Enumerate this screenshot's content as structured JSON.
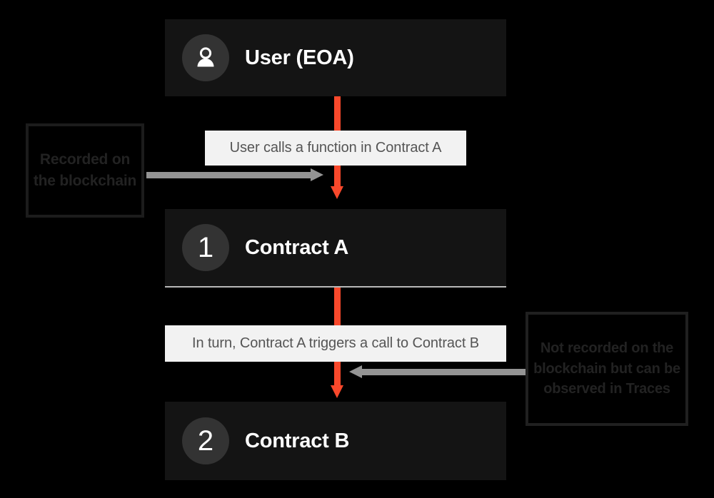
{
  "diagram": {
    "background_color": "#000000",
    "accent_color": "#f9482b",
    "nodes": [
      {
        "id": "user",
        "icon": "person-icon",
        "badge": "",
        "title": "User (EOA)"
      },
      {
        "id": "contract-a",
        "icon": "",
        "badge": "1",
        "title": "Contract A"
      },
      {
        "id": "contract-b",
        "icon": "",
        "badge": "2",
        "title": "Contract B"
      }
    ],
    "flow_labels": [
      {
        "id": "label-1",
        "text": "User calls a function in Contract A"
      },
      {
        "id": "label-2",
        "text": "In turn, Contract A triggers a call to Contract B"
      }
    ],
    "annotations": [
      {
        "id": "annotation-left",
        "text": "Recorded on the blockchain",
        "arrow_direction": "right"
      },
      {
        "id": "annotation-right",
        "text": "Not recorded on the blockchain but can be observed in Traces",
        "arrow_direction": "left"
      }
    ]
  }
}
